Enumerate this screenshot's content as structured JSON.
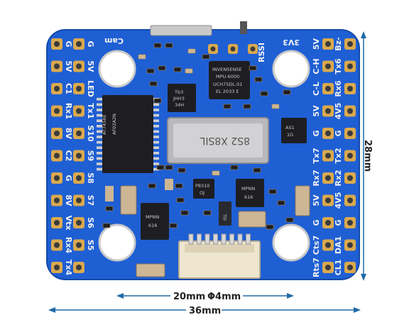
{
  "colors": {
    "pcb": "#1f5fd4",
    "pcb_dark": "#1747a8",
    "pad": "#d9a94e",
    "silkscreen": "#f2f2f2",
    "chip": "#1e1e22",
    "dimension": "#1f6aa8"
  },
  "board": {
    "top_labels": [
      "Cam",
      "RSSI",
      "3V3"
    ],
    "left_outer_labels": [
      "G",
      "5V",
      "C1",
      "Rx1",
      "8V",
      "C2",
      "G",
      "8V",
      "Vtx",
      "Rx4",
      "Tx4"
    ],
    "left_inner_labels": [
      "G",
      "5V",
      "LED",
      "Tx1",
      "S10",
      "S9",
      "S8",
      "S7",
      "S6",
      "S5"
    ],
    "right_inner_labels": [
      "5V",
      "C-H",
      "C-L",
      "5V",
      "G",
      "Tx7",
      "Rx7",
      "5V",
      "G",
      "Cts7",
      "Rts7"
    ],
    "right_outer_labels": [
      "Bz-",
      "Tx6",
      "Rx6",
      "4V5",
      "G",
      "Tx2",
      "Rx2",
      "4V5",
      "G",
      "DA1",
      "CL1"
    ],
    "chips": {
      "main_ic": [
        "AT7456E",
        "AF02A2N"
      ],
      "imu": [
        "INVENSENSE",
        "MPU-6000",
        "UCH75DL.01",
        "EL 2033 E"
      ],
      "small_ic_1": [
        "Tb3",
        "JHH3",
        "34H"
      ],
      "small_ic_2": [
        "AS1",
        "1G"
      ],
      "mosfet_1": [
        "MPNN",
        "616"
      ],
      "mosfet_2": [
        "MPNN",
        "616"
      ],
      "small_ic_3": [
        "P8310",
        "OJ"
      ],
      "cap_label": [
        "ISL"
      ],
      "metal_can": [
        "8S2 X8SIL"
      ]
    }
  },
  "dimensions": {
    "height": "28mm",
    "inner_width": "20mm",
    "hole": "Φ4mm",
    "outer_width": "36mm"
  }
}
